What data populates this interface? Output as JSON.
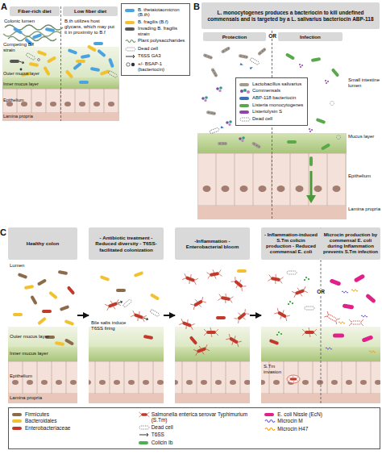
{
  "diagram": {
    "nodes": [
      {
        "text": [
          "Fiber-rich diet"
        ]
      },
      {
        "text": [
          "Low fiber diet"
        ]
      },
      {
        "text": [
          "L. monocytogenes produces a bacteriocin to kill undefined commensals and is targeted by a L. salivarius bacteriocin ABP-118"
        ]
      },
      {
        "text": [
          "Protection"
        ]
      },
      {
        "text": [
          "Infection"
        ]
      },
      {
        "text": [
          "Healthy colon"
        ]
      },
      {
        "text": [
          "- Antibiotic treatment - Reduced diversity - T6SS-facilitated colonization"
        ]
      },
      {
        "text": [
          "-Inflammation -Enterobacterial bloom"
        ]
      },
      {
        "text": [
          "- Inflammation-induced S.Tm colicin production - Reduced commensal E. coli"
        ]
      },
      {
        "text": [
          "Microcin production by commensal E. coli during Inflammation prevents S.Tm infection"
        ]
      }
    ],
    "edges": [
      {
        "from": 5,
        "to": 6,
        "arrow": "to"
      },
      {
        "from": 6,
        "to": 7,
        "arrow": "to"
      },
      {
        "from": 7,
        "to": 8,
        "arrow": "to"
      }
    ],
    "labels": [
      "A",
      "Colonic lumen",
      "B.th utilizes host glycans, which may put it in proximity to B.f",
      "Competing B.f strain",
      "Outer mucus layer",
      "Inner mucus layer",
      "Epithelium",
      "Lamina propria",
      "B",
      "OR",
      "Small intestine lumen",
      "Mucus layer",
      "Epithelium",
      "Lamina propria",
      "C",
      "Lumen",
      "Outer mucus layer",
      "Inner mucus layer",
      "Epithelium",
      "Lamina propria",
      "Bile salts induce T6SS firing",
      "S.Tm invasion",
      "OR"
    ],
    "legend": [
      {
        "text": "B. thetaiotaomicron (B.th)",
        "color": "#4aa3df"
      },
      {
        "text": "B. fragilis (B.f)",
        "color": "#f2c12e"
      },
      {
        "text": "Invading B. fragilis strain",
        "color": "#555555"
      },
      {
        "text": "Plant polysaccharides"
      },
      {
        "text": "Dead cell"
      },
      {
        "text": "T6SS GA3"
      },
      {
        "text": "+/- BSAP-1 (bacteriocin)"
      },
      {
        "text": "Lactobacillus salivarius",
        "color": "#a39a92"
      },
      {
        "text": "Commensals"
      },
      {
        "text": "ABP-118 bacteriocin",
        "color": "#3b6fb6"
      },
      {
        "text": "Listeria monocytogenes",
        "color": "#5aa84a"
      },
      {
        "text": "Listeriolysin S",
        "color": "#8e44ad"
      },
      {
        "text": "Dead cell"
      },
      {
        "text": "Firmicutes",
        "color": "#8b6b4a"
      },
      {
        "text": "Bacteroidales",
        "color": "#f2c12e"
      },
      {
        "text": "Enterobacteriaceae",
        "color": "#c0392b"
      },
      {
        "text": "Salmonella enterica serovar Typhimurium (S.Tm)"
      },
      {
        "text": "Dead cell"
      },
      {
        "text": "T6SS"
      },
      {
        "text": "Colicin Ib",
        "color": "#4caf50"
      },
      {
        "text": "E. coli Nissle (EcN)",
        "color": "#e0218a"
      },
      {
        "text": "Microcin M"
      },
      {
        "text": "Microcin H47"
      }
    ]
  }
}
